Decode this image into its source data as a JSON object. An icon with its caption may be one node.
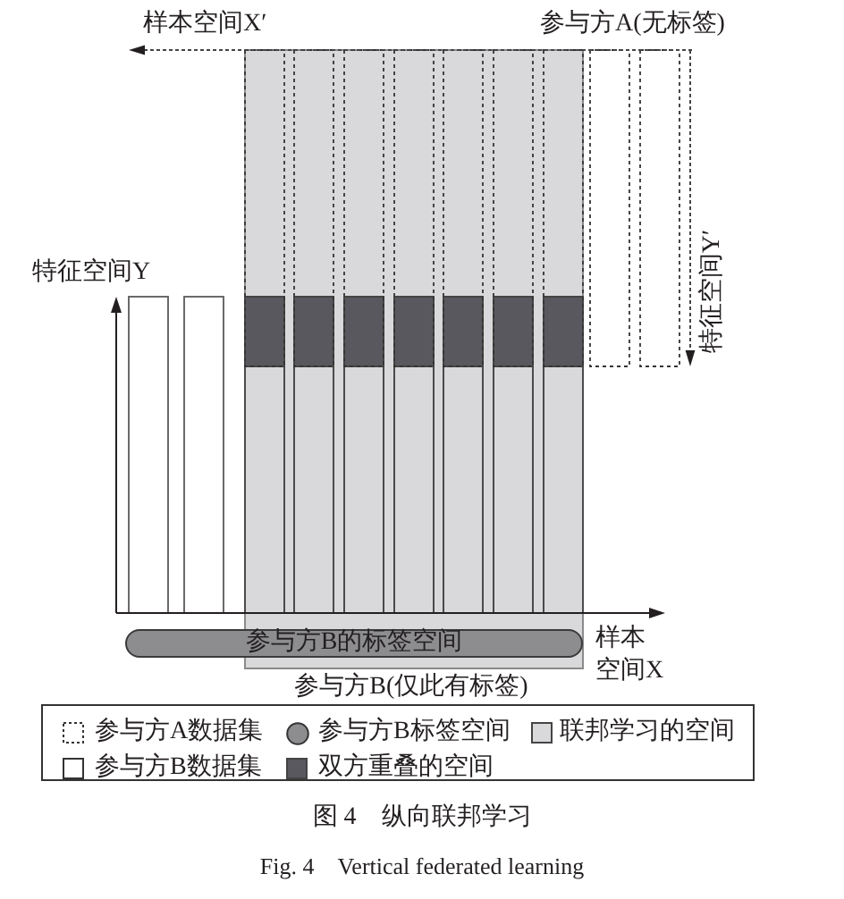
{
  "diagram": {
    "caption": "图 4　纵向联邦学习",
    "nodes": [
      {
        "text": [
          "参与方B的标签空间"
        ]
      }
    ],
    "labels": [
      "样本空间X′",
      "参与方A(无标签)",
      "特征空间Y",
      "特征空间Y′",
      "样本空间X",
      "参与方B(仅此有标签)",
      "Fig. 4　Vertical federated learning"
    ],
    "legend": [
      {
        "text": "参与方A数据集"
      },
      {
        "text": "参与方B标签空间",
        "color": "#8d8d90"
      },
      {
        "text": "联邦学习的空间",
        "color": "#d9d9db"
      },
      {
        "text": "参与方B数据集"
      },
      {
        "text": "双方重叠的空间",
        "color": "#58585e"
      }
    ]
  }
}
